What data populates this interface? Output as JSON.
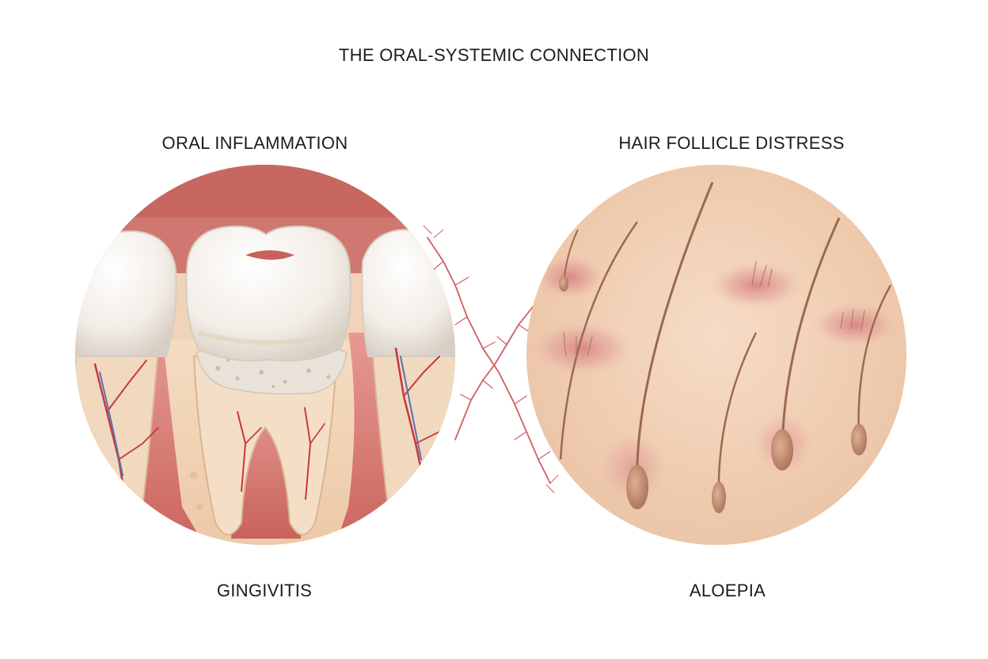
{
  "title": "THE ORAL-SYSTEMIC CONNECTION",
  "left_panel": {
    "heading": "ORAL INFLAMMATION",
    "caption": "GINGIVITIS"
  },
  "right_panel": {
    "heading": "HAIR FOLLICLE DISTRESS",
    "caption": "ALOEPIA"
  },
  "colors": {
    "gum": "#d9837d",
    "gum_dark": "#b85a55",
    "tooth": "#f6f1ea",
    "bone": "#f1cfae",
    "vessel_red": "#c7373f",
    "vessel_blue": "#5d6fb3",
    "skin": "#f1cfb2",
    "hair": "#9a6a4e",
    "inflammation": "#d9848a"
  }
}
